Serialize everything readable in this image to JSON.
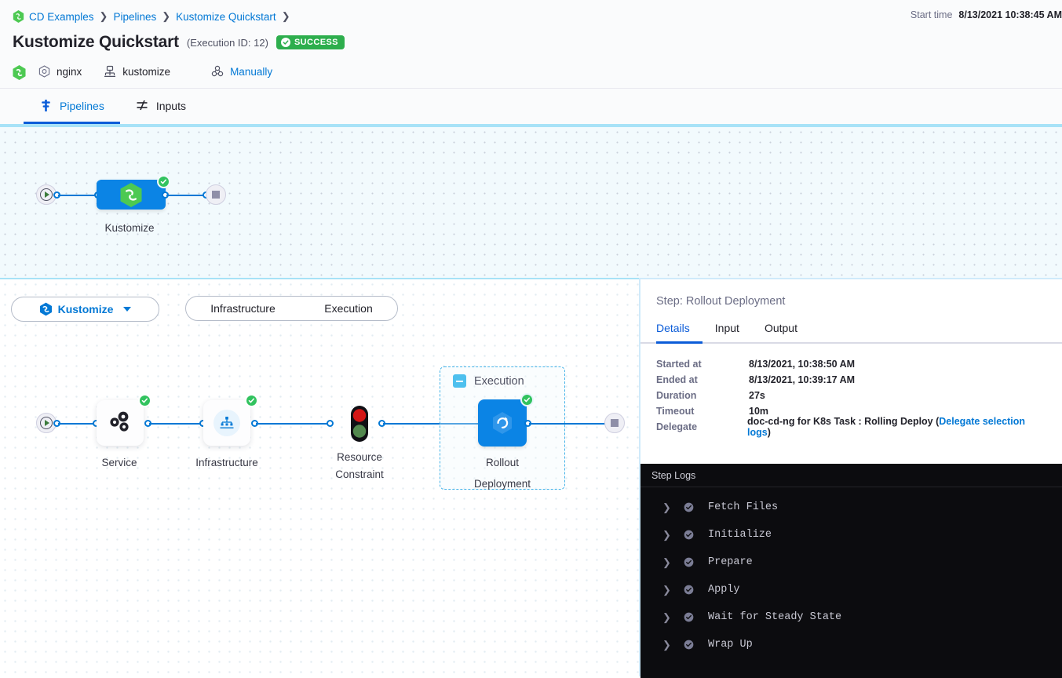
{
  "header": {
    "breadcrumb": [
      {
        "label": "CD Examples",
        "icon": "harness-hex-icon"
      },
      {
        "label": "Pipelines",
        "icon": ""
      },
      {
        "label": "Kustomize Quickstart",
        "icon": ""
      }
    ],
    "title": "Kustomize Quickstart",
    "execution_id": "(Execution ID: 12)",
    "status_badge": "SUCCESS",
    "status_color": "#2dae4d",
    "meta": [
      {
        "icon": "harness-hex-icon",
        "label": ""
      },
      {
        "icon": "service-hex-icon",
        "label": "nginx"
      },
      {
        "icon": "infrastructure-icon",
        "label": "kustomize"
      },
      {
        "icon": "trigger-manually-icon",
        "label": "Manually"
      }
    ],
    "start_time_label": "Start time",
    "start_time_value": "8/13/2021 10:38:45 AM"
  },
  "tabs": [
    {
      "label": "Pipelines",
      "icon": "pipeline-icon",
      "active": true
    },
    {
      "label": "Inputs",
      "icon": "inputs-icon",
      "active": false
    }
  ],
  "top_graph": {
    "stage": {
      "label": "Kustomize",
      "icon": "harness-hex-icon",
      "status": "success"
    },
    "start_node": "start-node",
    "end_node": "end-node"
  },
  "controls": {
    "stage_selector": {
      "label": "Kustomize",
      "icon": "kustomize-hex-icon"
    },
    "segments": [
      {
        "label": "Infrastructure"
      },
      {
        "label": "Execution"
      }
    ]
  },
  "stage_graph": {
    "nodes": [
      {
        "label": "Service",
        "icon": "service-gears-icon",
        "status": "success"
      },
      {
        "label": "Infrastructure",
        "icon": "infrastructure-node-icon",
        "status": "success"
      },
      {
        "label": "Resource\nConstraint",
        "line1": "Resource",
        "line2": "Constraint",
        "icon": "traffic-light-icon",
        "status": "none"
      },
      {
        "label": "Rollout\nDeployment",
        "line1": "Rollout",
        "line2": "Deployment",
        "icon": "rollout-deployment-icon",
        "status": "success",
        "selected": true
      }
    ],
    "group": {
      "label": "Execution",
      "collapsed": false
    }
  },
  "right_panel": {
    "step_title": "Step: Rollout Deployment",
    "tabs": [
      {
        "label": "Details",
        "active": true
      },
      {
        "label": "Input",
        "active": false
      },
      {
        "label": "Output",
        "active": false
      }
    ],
    "details": [
      {
        "key": "Started at",
        "value": "8/13/2021, 10:38:50 AM"
      },
      {
        "key": "Ended at",
        "value": "8/13/2021, 10:39:17 AM"
      },
      {
        "key": "Duration",
        "value": "27s"
      },
      {
        "key": "Timeout",
        "value": "10m"
      }
    ],
    "delegate": {
      "key": "Delegate",
      "value_prefix": "doc-cd-ng for K8s Task : Rolling Deploy (",
      "link": "Delegate selection logs",
      "value_suffix": ")"
    },
    "logs": {
      "title": "Step Logs",
      "rows": [
        {
          "name": "Fetch Files",
          "status": "success"
        },
        {
          "name": "Initialize",
          "status": "success"
        },
        {
          "name": "Prepare",
          "status": "success"
        },
        {
          "name": "Apply",
          "status": "success"
        },
        {
          "name": "Wait for Steady State",
          "status": "success"
        },
        {
          "name": "Wrap Up",
          "status": "success"
        }
      ]
    }
  },
  "colors": {
    "accent_blue": "#0278d5",
    "node_blue": "#0b84e5",
    "success_green": "#32c35f",
    "canvas_top": "#f2fafd",
    "log_bg": "#0c0c0f"
  }
}
